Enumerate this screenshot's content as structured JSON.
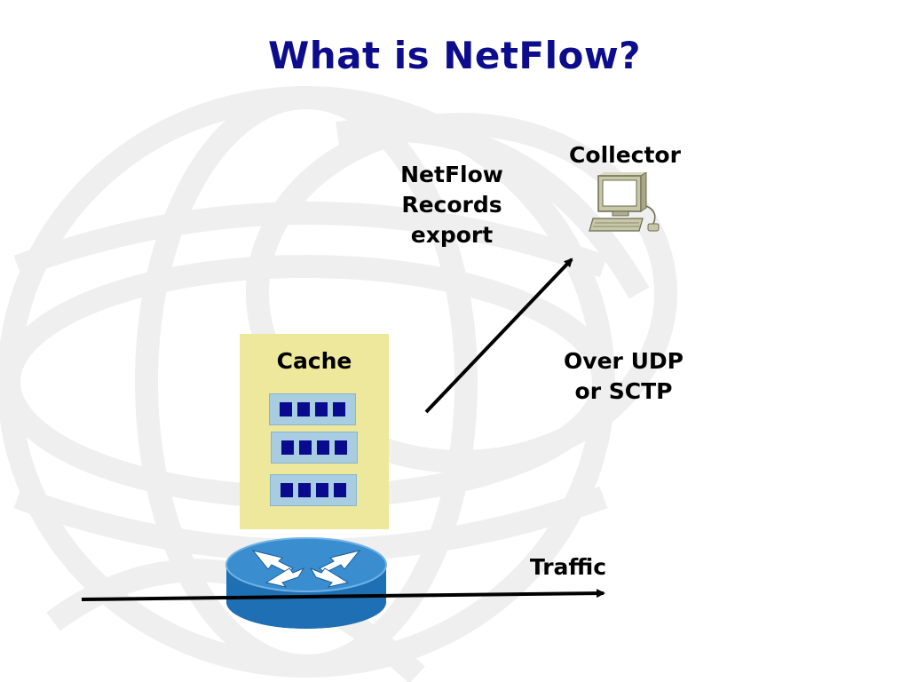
{
  "slide": {
    "title": "What is NetFlow?"
  },
  "diagram": {
    "collector_label": "Collector",
    "export_label_lines": [
      "NetFlow",
      "Records",
      "export"
    ],
    "transport_label_lines": [
      "Over UDP",
      "or SCTP"
    ],
    "traffic_label": "Traffic",
    "cache": {
      "title": "Cache",
      "rows": [
        {
          "cells": 4
        },
        {
          "cells": 4
        },
        {
          "cells": 4
        }
      ]
    },
    "colors": {
      "title": "#0c0c8c",
      "cache_bg": "#eee89c",
      "cache_row": "#a8cce0",
      "cache_cell": "#0a0a8e",
      "router_top": "#3a8ed0",
      "router_side": "#1f6fb4",
      "globe_lines": "#efefef",
      "arrow": "#000000"
    },
    "icons": [
      "collector-computer-icon",
      "router-icon",
      "globe-background"
    ]
  }
}
